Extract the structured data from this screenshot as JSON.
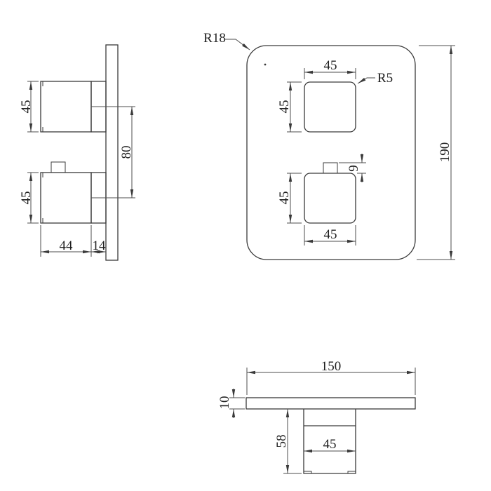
{
  "side": {
    "knob1_height": "45",
    "knob2_height": "45",
    "knob_center_distance": "80",
    "knob_depth": "44",
    "base_depth": "14"
  },
  "front": {
    "plate_corner_radius": "R18",
    "knob_corner_radius": "R5",
    "knob1_width": "45",
    "knob1_height": "45",
    "knob2_height": "45",
    "knob2_width": "45",
    "tab_protrusion": "9",
    "plate_height": "190"
  },
  "bottom": {
    "plate_width": "150",
    "plate_thickness": "10",
    "knob_total_depth": "58",
    "knob_width": "45"
  },
  "colors": {
    "object_line": "#3a3a3a",
    "dimension_line": "#4d4d4d",
    "text": "#1f1f1f",
    "background": "#ffffff"
  }
}
